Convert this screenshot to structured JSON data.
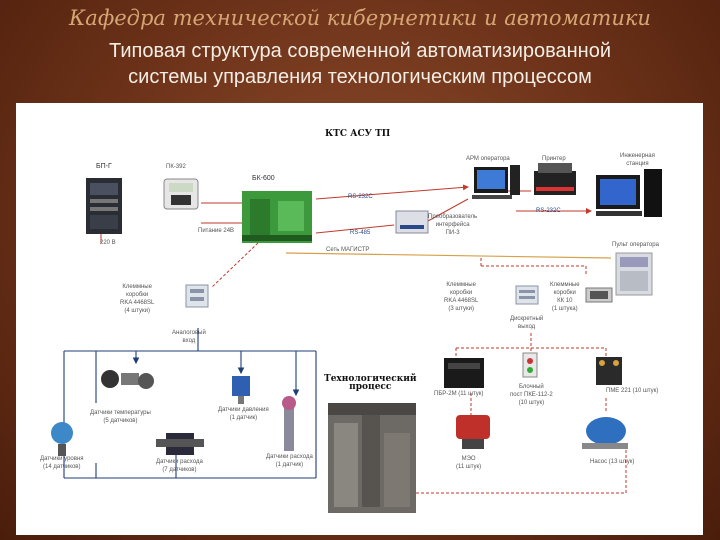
{
  "header": {
    "department": "Кафедра технической кибернетики и автоматики",
    "title_line1": "Типовая структура современной автоматизированной",
    "title_line2": "системы управления технологическим процессом"
  },
  "diagram": {
    "kts_title": "КТС АСУ ТП",
    "bp": "БП-Г",
    "pk": "ПК-392",
    "bk": "БК-600",
    "v220": "220 В",
    "power24": "Питание 24В",
    "rs232_a": "RS-232C",
    "rs485": "RS-485",
    "net": "Сеть МАГИСТР",
    "arm": "АРМ оператора",
    "printer": "Принтер",
    "eng1": "Инженерная",
    "eng2": "станция",
    "conv1": "Преобразователь",
    "conv2": "интерфейса",
    "conv3": "ПИ-3",
    "rs232_b": "RS-232C",
    "console": "Пульт оператора",
    "term_left1": "Клеммные",
    "term_left2": "коробки",
    "term_left3": "RKA 4468SL",
    "term_left4": "(4 штуки)",
    "analog1": "Аналоговый",
    "analog2": "вход",
    "term_mid1": "Клеммные",
    "term_mid2": "коробки",
    "term_mid3": "RKA 4468SL",
    "term_mid4": "(3 штуки)",
    "term_right1": "Клеммные",
    "term_right2": "коробки",
    "term_right3": "КК 10",
    "term_right4": "(1 штука)",
    "disc1": "Дискретный",
    "disc2": "выход",
    "bsr": "ПБР-2М (11 штук)",
    "remote1": "Блочный",
    "remote2": "пост ПКЕ-112-2",
    "remote3": "(10 штук)",
    "pme": "ПМЕ 221 (10 штук)",
    "meo1": "МЭО",
    "meo2": "(11 штук)",
    "pump": "Насос (13 штук)",
    "process1": "Технологический",
    "process2": "процесс",
    "temp1": "Датчики температуры",
    "temp2": "(5 датчиков)",
    "press1": "Датчики давления",
    "press2": "(1 датчик)",
    "level1": "Датчики уровня",
    "level2": "(14 датчиков)",
    "flow1": "Датчики расхода",
    "flow2": "(7 датчиков)",
    "flow3": "Датчики расхода",
    "flow4": "(1 датчик)"
  }
}
